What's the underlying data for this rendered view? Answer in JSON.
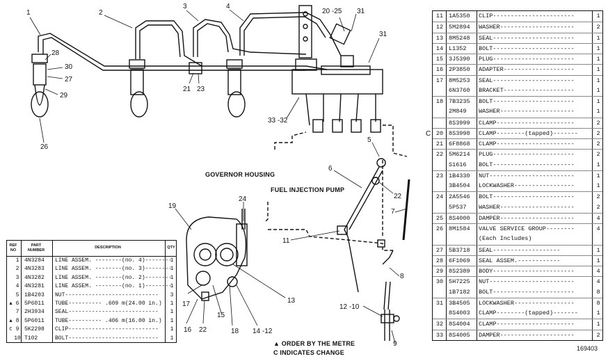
{
  "drawing_number": "169403",
  "callouts": [
    {
      "id": "c1",
      "text": "1"
    },
    {
      "id": "c2",
      "text": "2"
    },
    {
      "id": "c3",
      "text": "3"
    },
    {
      "id": "c4",
      "text": "4"
    },
    {
      "id": "c20",
      "text": "20 -25"
    },
    {
      "id": "c31a",
      "text": "31"
    },
    {
      "id": "c31b",
      "text": "31"
    },
    {
      "id": "c28",
      "text": "28"
    },
    {
      "id": "c30",
      "text": "30"
    },
    {
      "id": "c27",
      "text": "27"
    },
    {
      "id": "c29",
      "text": "29"
    },
    {
      "id": "c26",
      "text": "26"
    },
    {
      "id": "c21",
      "text": "21"
    },
    {
      "id": "c23",
      "text": "23"
    },
    {
      "id": "c33",
      "text": "33 -32"
    },
    {
      "id": "c5",
      "text": "5"
    },
    {
      "id": "c6",
      "text": "6"
    },
    {
      "id": "c22a",
      "text": "22"
    },
    {
      "id": "c7",
      "text": "7"
    },
    {
      "id": "c24",
      "text": "24"
    },
    {
      "id": "c19",
      "text": "19"
    },
    {
      "id": "c11",
      "text": "11"
    },
    {
      "id": "c13",
      "text": "13"
    },
    {
      "id": "c15",
      "text": "15"
    },
    {
      "id": "c17",
      "text": "17"
    },
    {
      "id": "c16",
      "text": "16"
    },
    {
      "id": "c22b",
      "text": "22"
    },
    {
      "id": "c18",
      "text": "18"
    },
    {
      "id": "c14",
      "text": "14 -12"
    },
    {
      "id": "c8",
      "text": "8"
    },
    {
      "id": "c12",
      "text": "12 -10"
    },
    {
      "id": "c9",
      "text": "9"
    },
    {
      "id": "cC",
      "text": "C"
    }
  ],
  "labels": {
    "governor_housing": "GOVERNOR HOUSING",
    "fuel_injection_pump": "FUEL INJECTION PUMP",
    "note_order": "▲ ORDER BY THE METRE",
    "note_change": "C INDICATES CHANGE"
  },
  "left_table": {
    "headers": {
      "ref": "REF NO",
      "part": "PART NUMBER",
      "desc": "DESCRIPTION",
      "qty": "QTY"
    },
    "rows": [
      {
        "mark": "",
        "ref": "1",
        "pn": "4N3284",
        "desc": "LINE ASSEM. --------(no. 4)--------",
        "qty": "1"
      },
      {
        "mark": "",
        "ref": "2",
        "pn": "4N3283",
        "desc": "LINE ASSEM. --------(no. 3)--------",
        "qty": "1"
      },
      {
        "mark": "",
        "ref": "3",
        "pn": "4N3282",
        "desc": "LINE ASSEM. --------(no. 2)--------",
        "qty": "1"
      },
      {
        "mark": "",
        "ref": "4",
        "pn": "4N3281",
        "desc": "LINE ASSEM. --------(no. 1)--------",
        "qty": "1"
      },
      {
        "mark": "",
        "ref": "5",
        "pn": "1B4203",
        "desc": "NUT----------------------------",
        "qty": "3"
      },
      {
        "mark": "▲",
        "ref": "6",
        "pn": "5P6011",
        "desc": "TUBE---------- .609 m(24.00 in.)",
        "qty": "1"
      },
      {
        "mark": "",
        "ref": "7",
        "pn": "2H3934",
        "desc": "SEAL---------------------------",
        "qty": "1"
      },
      {
        "mark": "▲",
        "ref": "8",
        "pn": "5P6011",
        "desc": "TUBE---------- .406 m(16.00 in.)",
        "qty": "1"
      },
      {
        "mark": "C",
        "ref": "9",
        "pn": "5K2298",
        "desc": "CLIP---------------------------",
        "qty": "1"
      },
      {
        "mark": "",
        "ref": "10",
        "pn": "T102",
        "desc": "BOLT---------------------------",
        "qty": "1"
      }
    ]
  },
  "right_table": {
    "rows": [
      {
        "ref": "11",
        "pn": "1A5350",
        "desc": "CLIP-----------------------",
        "qty": "1"
      },
      {
        "ref": "12",
        "pn": "5M2894",
        "desc": "WASHER---------------------",
        "qty": "2"
      },
      {
        "ref": "13",
        "pn": "8M5248",
        "desc": "SEAL-----------------------",
        "qty": "1"
      },
      {
        "ref": "14",
        "pn": "L1352",
        "desc": "BOLT-----------------------",
        "qty": "1"
      },
      {
        "ref": "15",
        "pn": "3J5390",
        "desc": "PLUG-----------------------",
        "qty": "1"
      },
      {
        "ref": "16",
        "pn": "2P3850",
        "desc": "ADAPTER--------------------",
        "qty": "1"
      },
      {
        "ref": "17",
        "pn": "8M5253",
        "desc": "SEAL-----------------------",
        "qty": "1"
      },
      {
        "ref": "",
        "pn": "6N3760",
        "desc": "BRACKET--------------------",
        "qty": "1"
      },
      {
        "ref": "18",
        "pn": "7B3235",
        "desc": "BOLT-----------------------",
        "qty": "1"
      },
      {
        "ref": "",
        "pn": "2M849",
        "desc": "WASHER---------------------",
        "qty": "1"
      },
      {
        "ref": "",
        "pn": "8S3999",
        "desc": "CLAMP----------------------",
        "qty": "2"
      },
      {
        "ref": "20",
        "pn": "8S3998",
        "desc": "CLAMP--------(tapped)-------",
        "qty": "2"
      },
      {
        "ref": "21",
        "pn": "6F8868",
        "desc": "CLAMP----------------------",
        "qty": "2"
      },
      {
        "ref": "22",
        "pn": "5M6214",
        "desc": "PLUG-----------------------",
        "qty": "2"
      },
      {
        "ref": "",
        "pn": "S1616",
        "desc": "BOLT-----------------------",
        "qty": "1"
      },
      {
        "ref": "23",
        "pn": "1B4330",
        "desc": "NUT------------------------",
        "qty": "1"
      },
      {
        "ref": "",
        "pn": "3B4504",
        "desc": "LOCKWASHER-----------------",
        "qty": "1"
      },
      {
        "ref": "24",
        "pn": "2A5546",
        "desc": "BOLT-----------------------",
        "qty": "2"
      },
      {
        "ref": "",
        "pn": "5P537",
        "desc": "WASHER---------------------",
        "qty": "2"
      },
      {
        "ref": "25",
        "pn": "8S4000",
        "desc": "DAMPER---------------------",
        "qty": "4"
      },
      {
        "ref": "26",
        "pn": "8M1584",
        "desc": "VALVE SERVICE GROUP--------",
        "qty": "4"
      },
      {
        "ref": "",
        "pn": "",
        "desc": "   (Each Includes)",
        "qty": ""
      },
      {
        "ref": "27",
        "pn": "5B3718",
        "desc": "    SEAL-------------------",
        "qty": "1"
      },
      {
        "ref": "28",
        "pn": "6F1069",
        "desc": "    SEAL ASSEM.------------",
        "qty": "1"
      },
      {
        "ref": "29",
        "pn": "8S2389",
        "desc": "BODY-----------------------",
        "qty": "4"
      },
      {
        "ref": "30",
        "pn": "5H7225",
        "desc": "NUT------------------------",
        "qty": "4"
      },
      {
        "ref": "",
        "pn": "1B7182",
        "desc": "BOLT-----------------------",
        "qty": "8"
      },
      {
        "ref": "31",
        "pn": "3B4505",
        "desc": "LOCKWASHER-----------------",
        "qty": "8"
      },
      {
        "ref": "",
        "pn": "8S4003",
        "desc": "CLAMP--------(tapped)-------",
        "qty": "1"
      },
      {
        "ref": "32",
        "pn": "8S4004",
        "desc": "CLAMP----------------------",
        "qty": "1"
      },
      {
        "ref": "33",
        "pn": "8S4005",
        "desc": "DAMPER---------------------",
        "qty": "2"
      }
    ]
  }
}
